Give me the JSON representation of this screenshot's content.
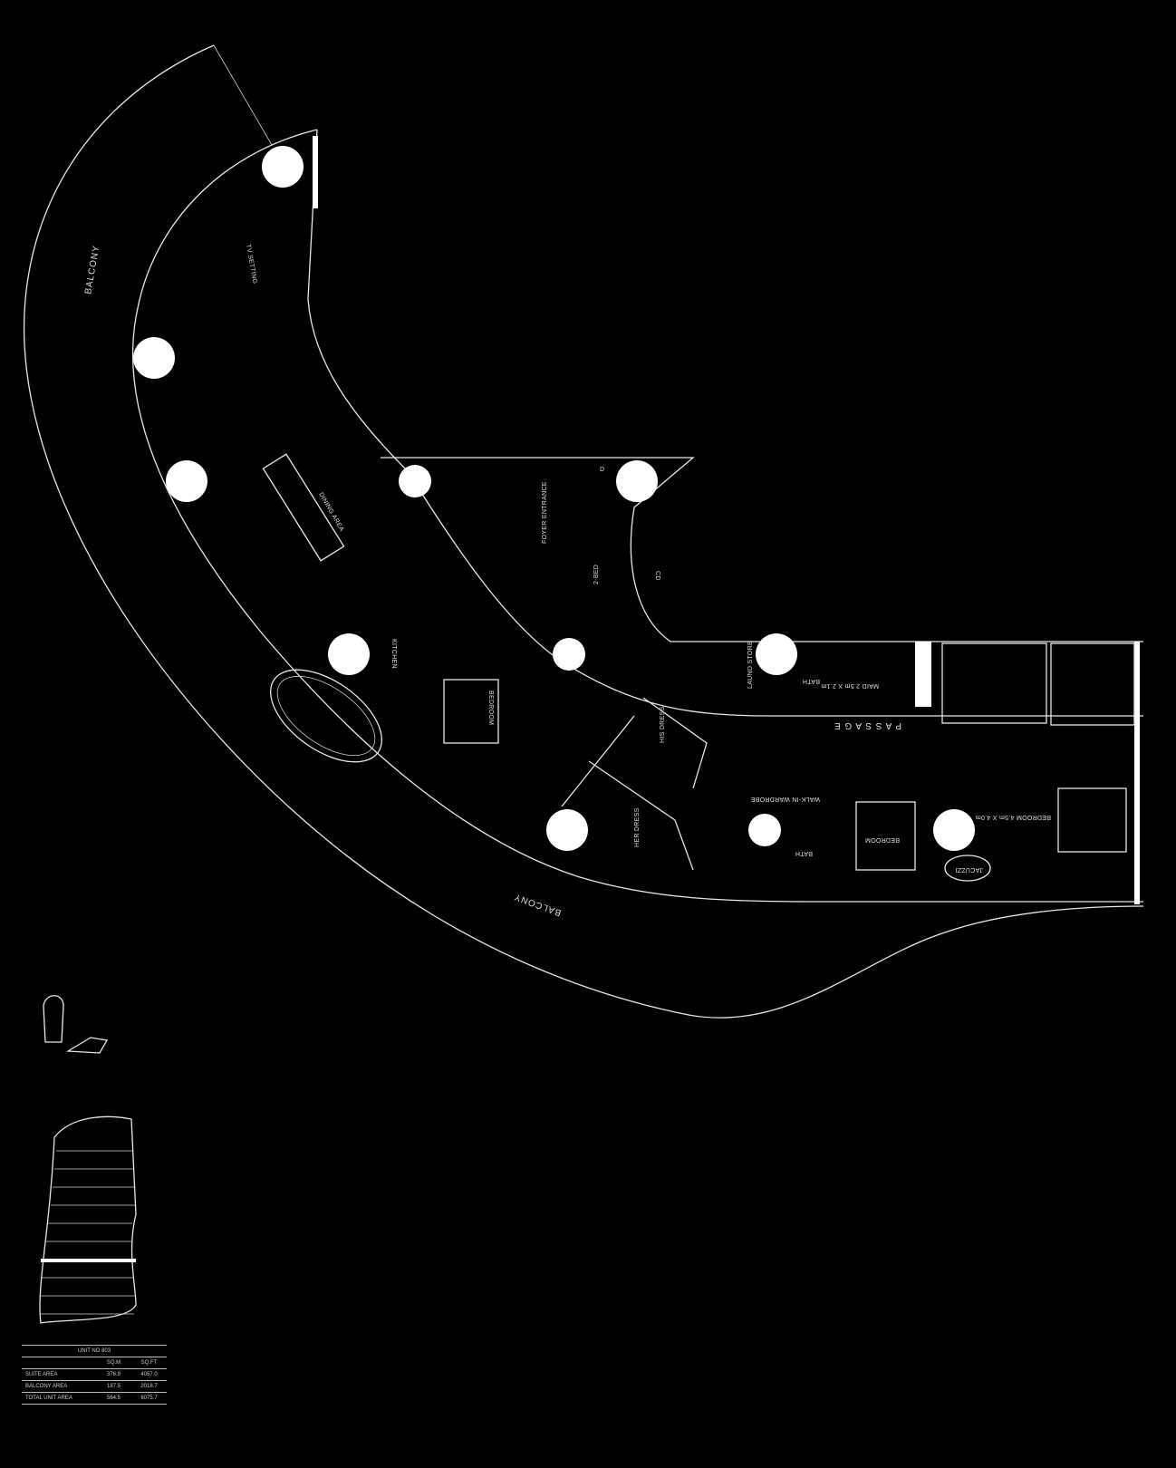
{
  "rooms": {
    "balcony_west": "BALCONY",
    "balcony_south": "BALCONY",
    "tv_setting": "TV SETTING",
    "dining": "DINING AREA",
    "kitchen": "KITCHEN",
    "foyer": "FOYER ENTRANCE",
    "bed_tag": "2-BED",
    "cd_tag": "CD",
    "d_tag": "D",
    "bedroom_1": "BEDROOM",
    "his_dress": "HIS DRESS",
    "her_dress": "HER DRESS",
    "laund_store": "LAUND STORE",
    "bath_maid": "BATH",
    "maid": "MAID 2.5m X 2.1m",
    "passage": "P A S S A G E",
    "walkin": "WALK-IN WARDROBE",
    "bath_2": "BATH",
    "bedroom_2": "BEDROOM",
    "jacuzzi": "JACUZZI",
    "bedroom_3": "BEDROOM 4.5m X 4.0m"
  },
  "area_table": {
    "title": "UNIT NO 803",
    "headers": [
      "",
      "SQ.M",
      "SQ.FT"
    ],
    "rows": [
      {
        "label": "SUITE AREA",
        "sqm": "376.9",
        "sqft": "4057.0"
      },
      {
        "label": "BALCONY AREA",
        "sqm": "187.5",
        "sqft": "2018.7"
      },
      {
        "label": "TOTAL UNIT AREA",
        "sqm": "564.5",
        "sqft": "6075.7"
      }
    ]
  },
  "colors": {
    "background": "#000000",
    "linework": "#e8e8e8",
    "markers": "#ffffff"
  }
}
